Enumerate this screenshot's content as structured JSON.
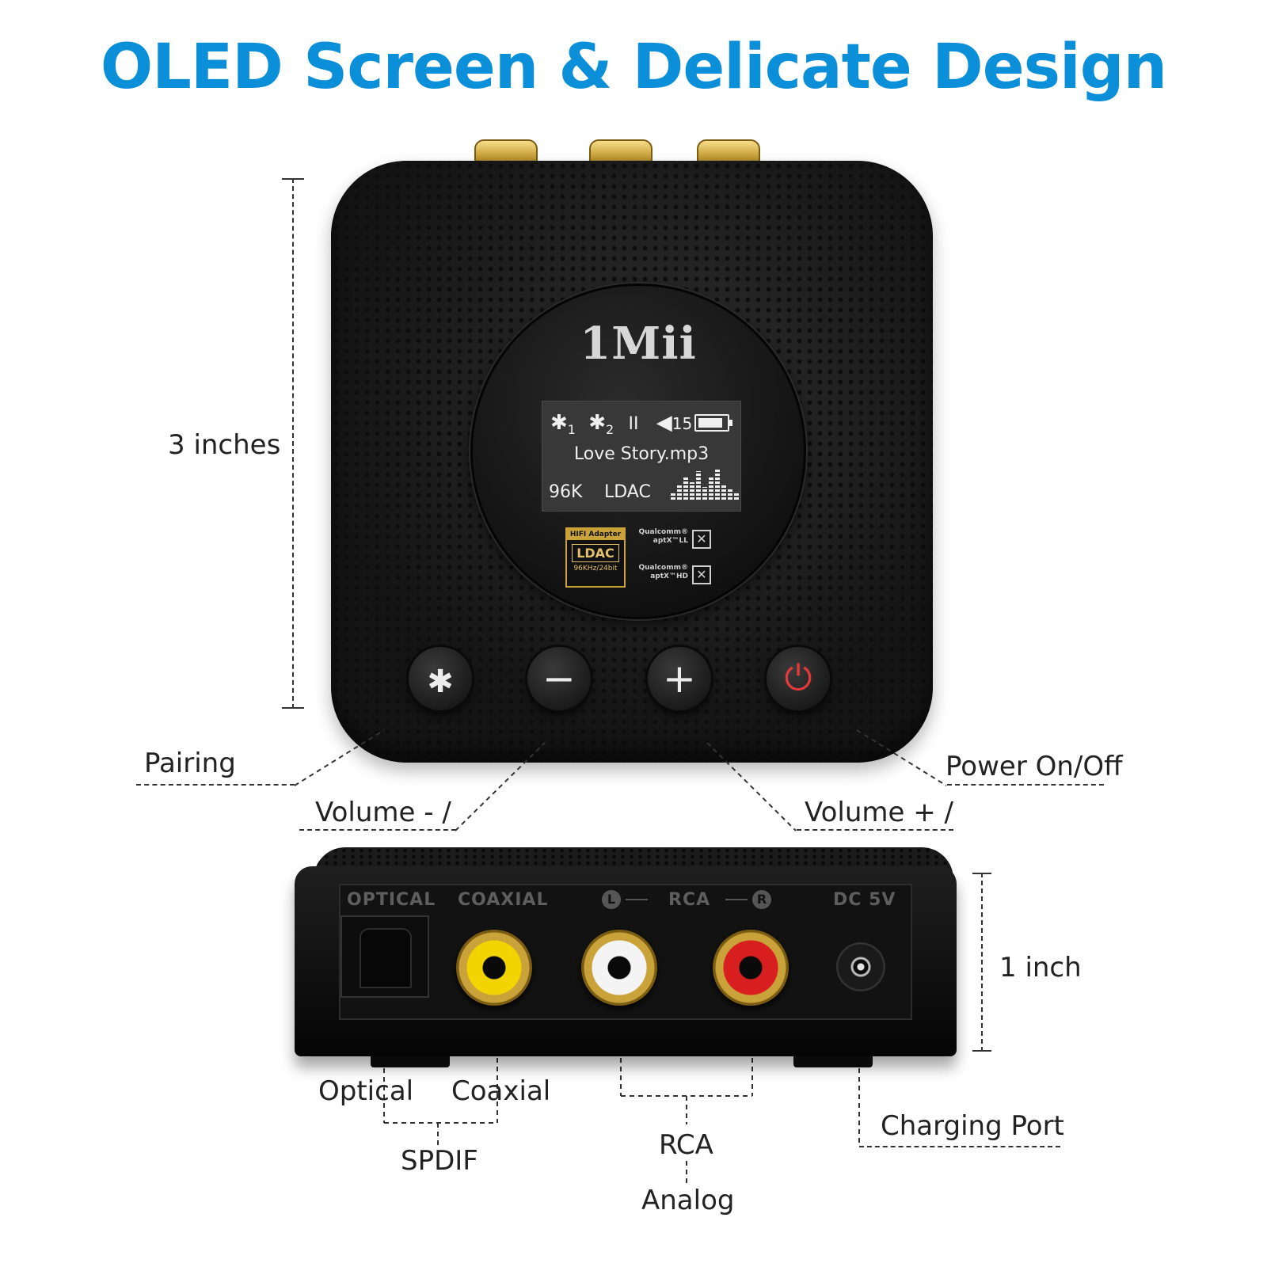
{
  "title": "OLED Screen & Delicate Design",
  "dimensions": {
    "height": "3 inches",
    "depth": "1 inch"
  },
  "device_top": {
    "logo": "1Mii",
    "screen": {
      "bt1": "1",
      "bt2": "2",
      "pause": "II",
      "volume": "15",
      "track": "Love Story.mp3",
      "sample_rate": "96K",
      "codec": "LDAC"
    },
    "ldac_badge": {
      "line1": "HIFI Adapter",
      "line2": "LDAC",
      "line3": "96KHz/24bit"
    },
    "qualcomm_ll": {
      "line1": "Qualcomm®",
      "line2": "aptX™LL"
    },
    "qualcomm_hd": {
      "line1": "Qualcomm®",
      "line2": "aptX™HD"
    }
  },
  "device_back": {
    "optical": "OPTICAL",
    "coaxial": "COAXIAL",
    "left": "L",
    "rca": "RCA",
    "right": "R",
    "dc": "DC 5V"
  },
  "callouts": {
    "pairing": "Pairing",
    "volume_minus": "Volume - /",
    "volume_plus": "Volume + /",
    "power": "Power On/Off",
    "optical": "Optical",
    "coaxial": "Coaxial",
    "spdif": "SPDIF",
    "rca": "RCA",
    "analog": "Analog",
    "charging": "Charging Port"
  },
  "colors": {
    "title": "#0a8fd8",
    "power": "#e23a3a",
    "coaxial_jack": "#f2d400",
    "rca_left": "#f4f4f4",
    "rca_right": "#d81e1e",
    "gold": "#c9a23a"
  }
}
